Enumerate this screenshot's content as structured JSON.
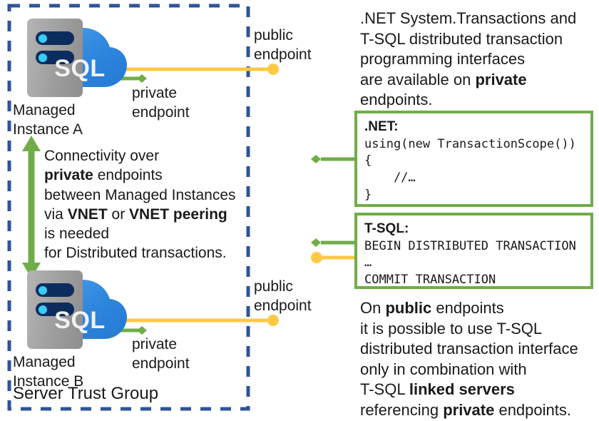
{
  "colors": {
    "trust_border": "#2e5496",
    "private_green": "#70ad47",
    "public_yellow": "#ffc845",
    "cloud_blue_dark": "#2579d4",
    "cloud_blue_light": "#4ea1ee",
    "chassis_gray": "#9d9d9d",
    "bay_navy": "#0d2c5e",
    "led_cyan": "#37cdf5"
  },
  "trust_group": {
    "label": "Server Trust Group"
  },
  "instances": [
    {
      "id": "a",
      "icon_text": "SQL",
      "label": "Managed\nInstance A",
      "private_endpoint_label": "private\nendpoint",
      "public_endpoint_label": "public\nendpoint"
    },
    {
      "id": "b",
      "icon_text": "SQL",
      "label": "Managed\nInstance B",
      "private_endpoint_label": "private\nendpoint",
      "public_endpoint_label": "public\nendpoint"
    }
  ],
  "connectivity_note": {
    "lines": [
      [
        {
          "t": "Connectivity over",
          "b": false
        }
      ],
      [
        {
          "t": "private",
          "b": true
        },
        {
          "t": " endpoints",
          "b": false
        }
      ],
      [
        {
          "t": "between Managed Instances",
          "b": false
        }
      ],
      [
        {
          "t": "via ",
          "b": false
        },
        {
          "t": "VNET",
          "b": true
        },
        {
          "t": " or ",
          "b": false
        },
        {
          "t": "VNET peering",
          "b": true
        }
      ],
      [
        {
          "t": "is needed",
          "b": false
        }
      ],
      [
        {
          "t": "for Distributed transactions.",
          "b": false
        }
      ]
    ]
  },
  "intro_note": {
    "lines": [
      [
        {
          "t": ".NET System.Transactions and",
          "b": false
        }
      ],
      [
        {
          "t": "T-SQL distributed transaction",
          "b": false
        }
      ],
      [
        {
          "t": "programming interfaces",
          "b": false
        }
      ],
      [
        {
          "t": "are available on ",
          "b": false
        },
        {
          "t": "private",
          "b": true
        }
      ],
      [
        {
          "t": "endpoints.",
          "b": false
        }
      ]
    ]
  },
  "code_boxes": [
    {
      "id": "dotnet",
      "header": ".NET:",
      "code": "using(new TransactionScope())\n{\n    //…\n}"
    },
    {
      "id": "tsql",
      "header": "T-SQL:",
      "code": "BEGIN DISTRIBUTED TRANSACTION\n…\nCOMMIT TRANSACTION"
    }
  ],
  "outro_note": {
    "lines": [
      [
        {
          "t": "On ",
          "b": false
        },
        {
          "t": "public",
          "b": true
        },
        {
          "t": " endpoints",
          "b": false
        }
      ],
      [
        {
          "t": "it is possible to use T-SQL",
          "b": false
        }
      ],
      [
        {
          "t": "distributed transaction interface",
          "b": false
        }
      ],
      [
        {
          "t": "only in combination with",
          "b": false
        }
      ],
      [
        {
          "t": "T-SQL ",
          "b": false
        },
        {
          "t": "linked servers",
          "b": true
        }
      ],
      [
        {
          "t": "referencing ",
          "b": false
        },
        {
          "t": "private",
          "b": true
        },
        {
          "t": " endpoints.",
          "b": false
        }
      ]
    ]
  }
}
